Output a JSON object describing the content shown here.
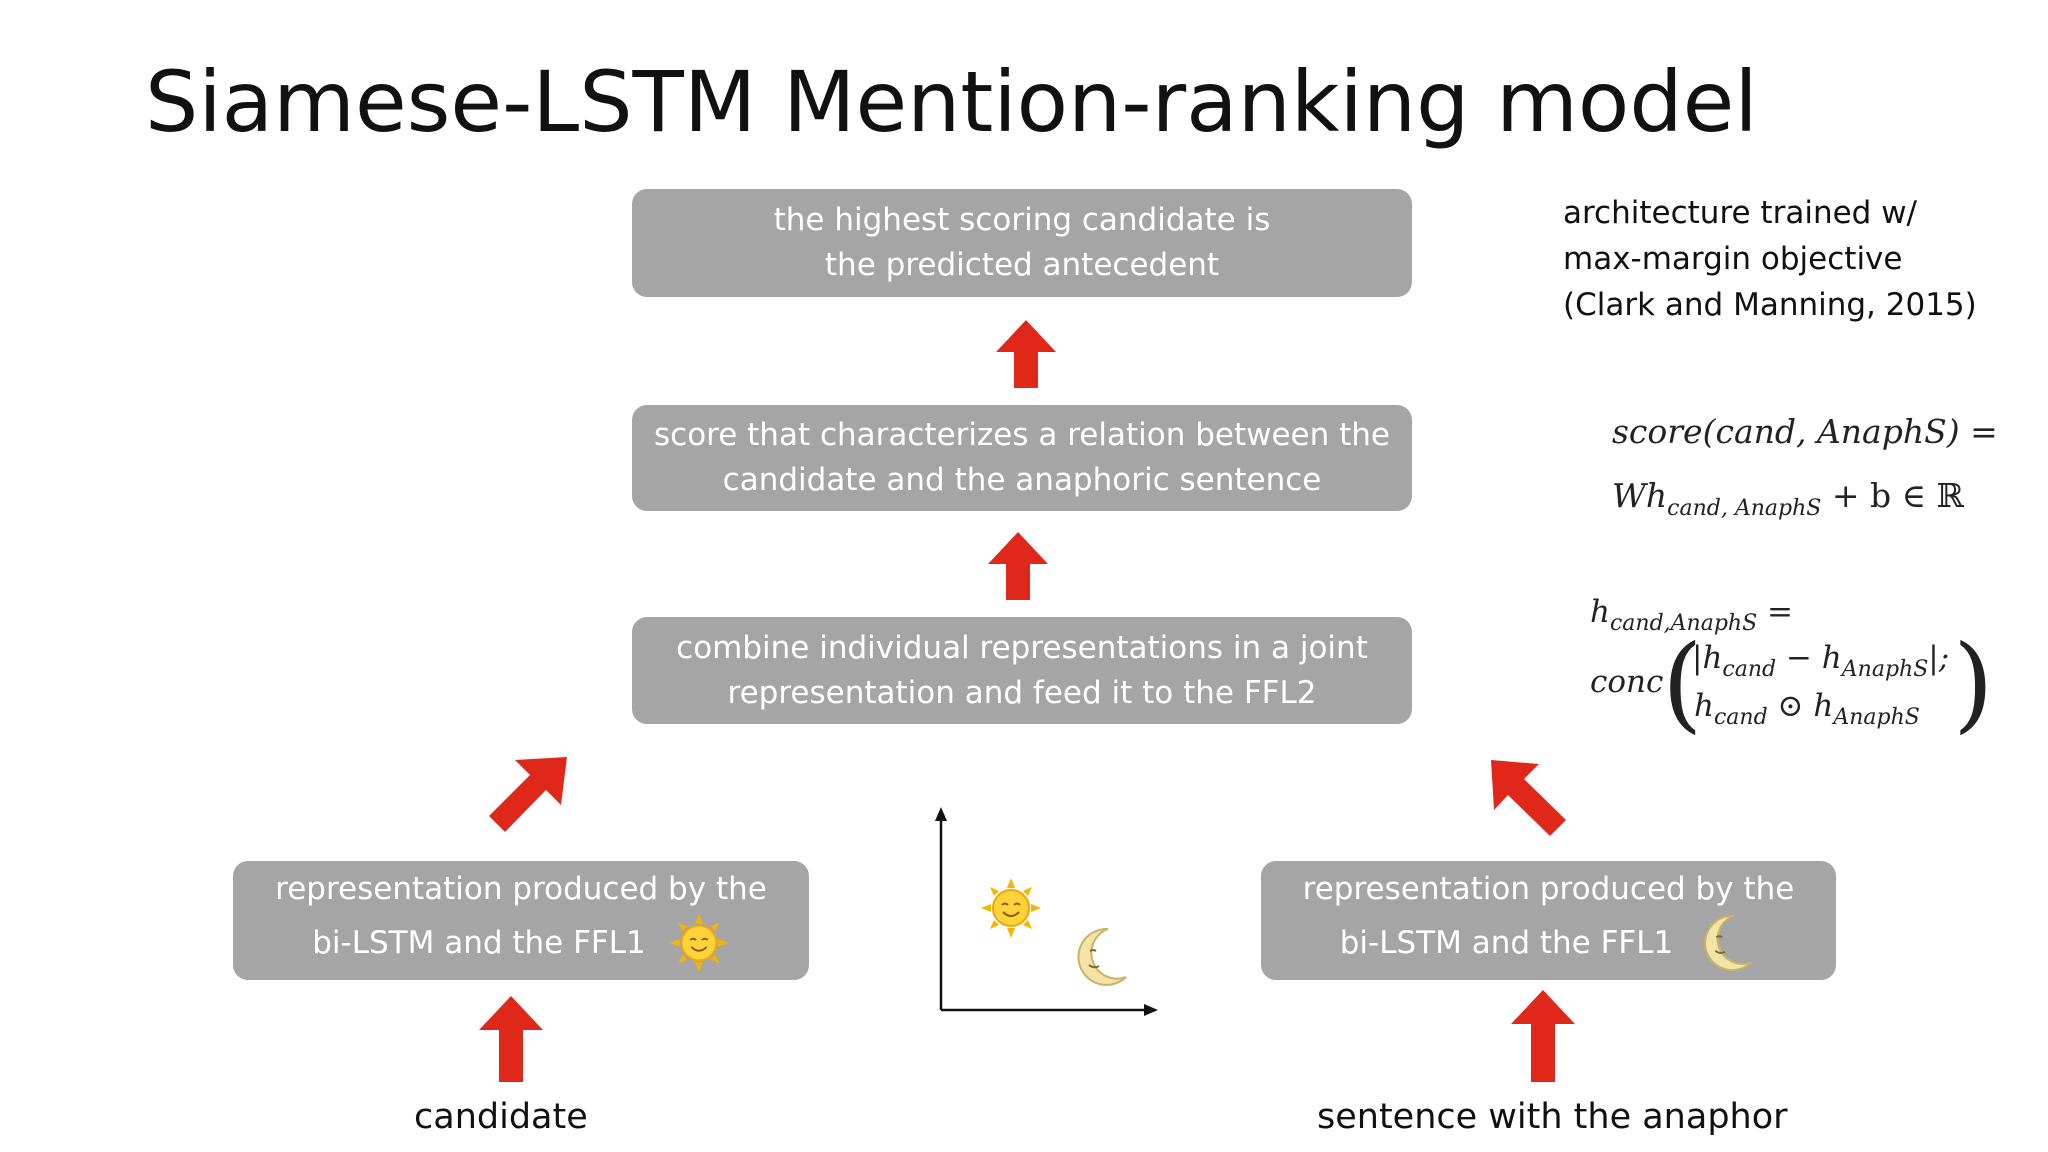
{
  "title": "Siamese-LSTM Mention-ranking model",
  "boxes": {
    "top": {
      "line1": "the highest scoring candidate is",
      "line2": "the predicted antecedent"
    },
    "score": {
      "line1": "score that characterizes a relation between the",
      "line2": "candidate and the anaphoric sentence"
    },
    "combine": {
      "line1": "combine individual representations in a joint",
      "line2": "representation and feed it to the FFL2"
    },
    "left_rep": {
      "line1": "representation produced by the",
      "line2": "bi-LSTM and the FFL1",
      "icon": "sun-face-icon"
    },
    "right_rep": {
      "line1": "representation produced by the",
      "line2": "bi-LSTM and the FFL1",
      "icon": "moon-face-icon"
    }
  },
  "note": {
    "line1": "architecture trained w/",
    "line2": "max-margin objective",
    "line3": "(Clark and Manning, 2015)"
  },
  "equations": {
    "score_lhs": "score(cand, AnaphS) =",
    "score_rhs_w": "Wh",
    "score_rhs_sub": "cand, AnaphS",
    "score_rhs_tail": " + b  ∈ ℝ",
    "h_lhs": "h",
    "h_lhs_sub": "cand,AnaphS",
    "h_eq": " =",
    "conc": "conc",
    "row1_a": "|h",
    "row1_a_sub": "cand",
    "row1_b": " − h",
    "row1_b_sub": "AnaphS",
    "row1_c": "|;",
    "row2_a": "h",
    "row2_a_sub": "cand",
    "row2_b": " ⊙ h",
    "row2_b_sub": "AnaphS"
  },
  "labels": {
    "candidate": "candidate",
    "sentence": "sentence with the anaphor"
  },
  "colors": {
    "box": "#a5a5a5",
    "arrow": "#e0281a",
    "text": "#111111"
  },
  "icons": [
    "sun-face-icon",
    "moon-face-icon",
    "up-arrow-icon",
    "diagonal-arrow-icon",
    "axes-icon"
  ]
}
